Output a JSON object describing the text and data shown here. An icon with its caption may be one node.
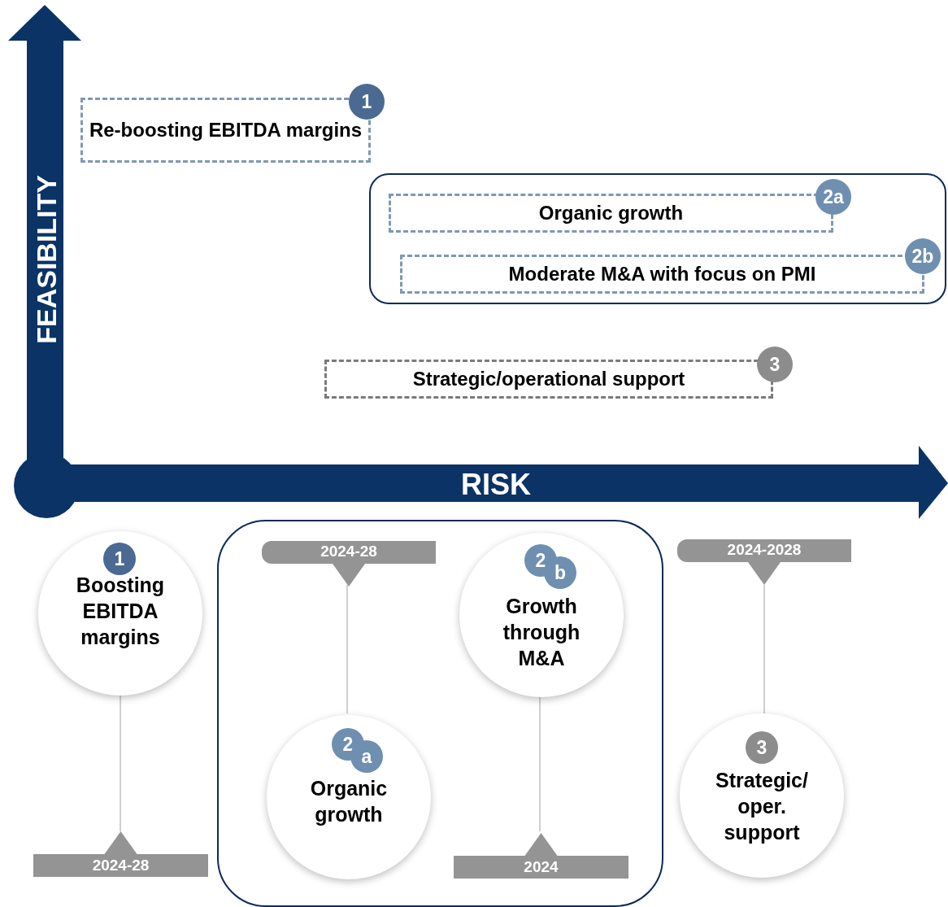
{
  "diagram": {
    "nodes": [
      {
        "text": [
          "Re-boosting EBITDA margins"
        ]
      },
      {
        "text": [
          "1"
        ]
      },
      {
        "text": [],
        "shape": "box"
      },
      {
        "text": [
          "Organic growth"
        ],
        "in": 2
      },
      {
        "text": [
          "2a"
        ],
        "in": 2
      },
      {
        "text": [
          "Moderate M&A with focus on PMI"
        ],
        "in": 2
      },
      {
        "text": [
          "2b"
        ],
        "in": 2
      },
      {
        "text": [
          "Strategic/operational support"
        ]
      },
      {
        "text": [
          "3"
        ]
      },
      {
        "text": [
          "Boosting EBITDA margins"
        ]
      },
      {
        "text": [
          "1"
        ],
        "in": 9
      },
      {
        "text": [
          "2024-28"
        ]
      },
      {
        "text": [],
        "shape": "box"
      },
      {
        "text": [
          "2024-28"
        ],
        "in": 12
      },
      {
        "text": [
          "Organic growth"
        ],
        "in": 12
      },
      {
        "text": [
          "2"
        ],
        "in": 14
      },
      {
        "text": [
          "a"
        ],
        "in": 14
      },
      {
        "text": [
          "Growth through M&A"
        ],
        "in": 12
      },
      {
        "text": [
          "2"
        ],
        "in": 17
      },
      {
        "text": [
          "b"
        ],
        "in": 17
      },
      {
        "text": [
          "2024"
        ],
        "in": 12
      },
      {
        "text": [
          "2024-2028"
        ]
      },
      {
        "text": [
          "Strategic/ oper. support"
        ]
      },
      {
        "text": [
          "3"
        ],
        "in": 22
      }
    ],
    "edges": [
      {
        "from": 9,
        "to": 11,
        "arrow": "none"
      },
      {
        "from": 13,
        "to": 14,
        "arrow": "none"
      },
      {
        "from": 17,
        "to": 20,
        "arrow": "none"
      },
      {
        "from": 21,
        "to": 22,
        "arrow": "none"
      }
    ],
    "labels": [
      "FEASIBILITY",
      "RISK"
    ]
  }
}
